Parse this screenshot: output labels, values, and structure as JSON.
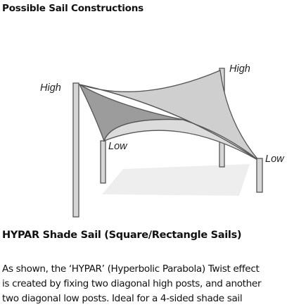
{
  "page": {
    "heading": "Possible Sail Constructions"
  },
  "diagram": {
    "labels": {
      "high_left": "High",
      "high_right": "High",
      "low_left": "Low",
      "low_right": "Low"
    },
    "colors": {
      "sail_light": "#cfcfcf",
      "sail_dark": "#9c9c9c",
      "post": "#d6d6d6",
      "outline": "#555555",
      "shadow": "#ececec"
    }
  },
  "content": {
    "subheading": "HYPAR Shade Sail (Square/Rectangle Sails)",
    "lines": [
      "As shown, the ‘HYPAR’ (Hyperbolic Parabola) Twist effect",
      "is created by fixing two diagonal high posts, and another",
      "two diagonal low posts. Ideal for a 4-sided shade sail"
    ]
  }
}
